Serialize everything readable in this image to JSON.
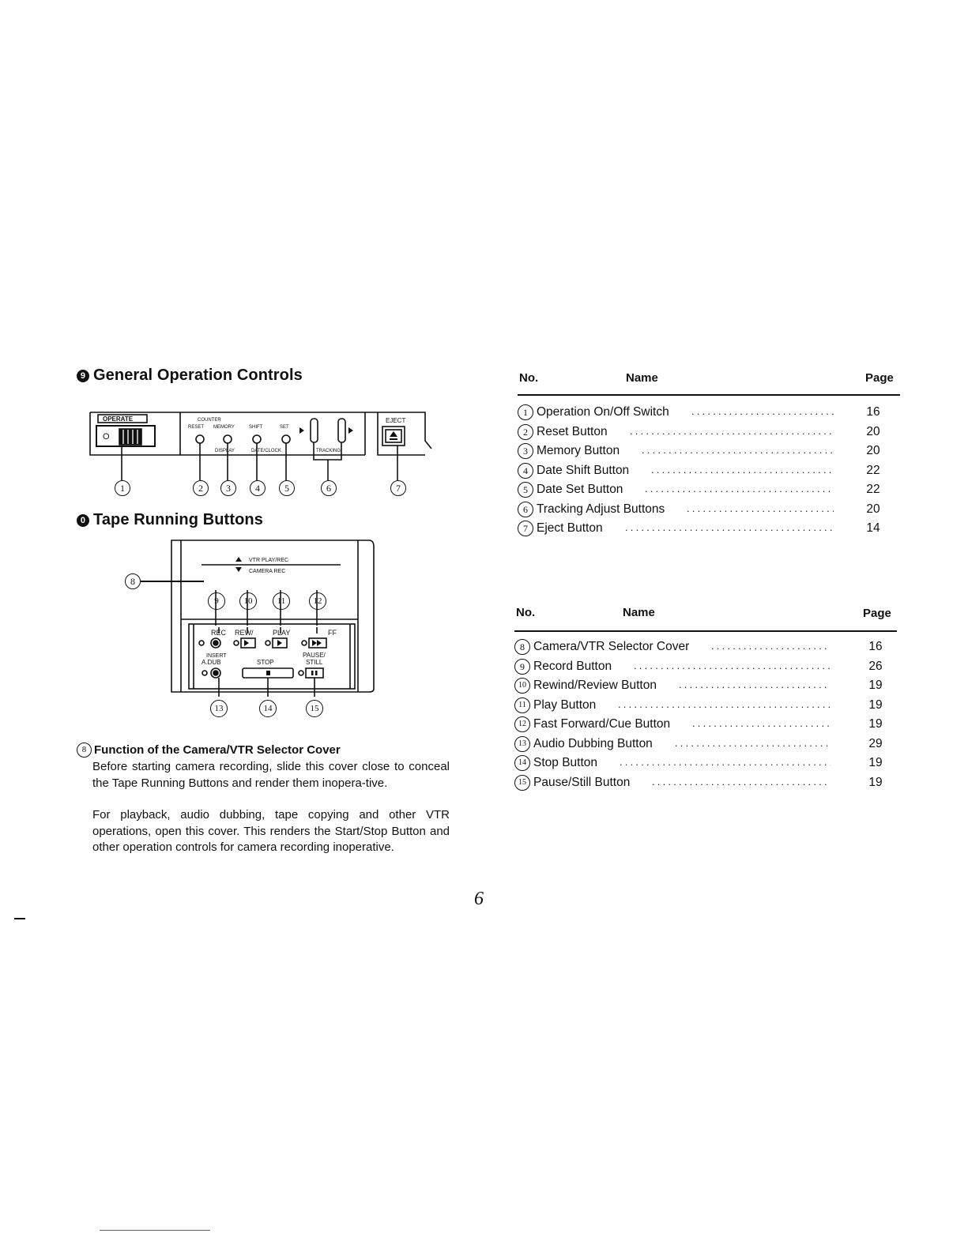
{
  "section1": {
    "bullet": "9",
    "title": "General Operation Controls",
    "panel": {
      "operate": "OPERATE",
      "switch_mark": "O",
      "counter": "COUNTER",
      "reset": "RESET",
      "memory": "MEMORY",
      "shift": "SHIFT",
      "set": "SET",
      "display": "DISPLAY",
      "dateclock": "DATE/CLOCK",
      "tracking": "TRACKING",
      "eject": "EJECT"
    },
    "callouts": [
      "1",
      "2",
      "3",
      "4",
      "5",
      "6",
      "7"
    ]
  },
  "section2": {
    "bullet": "0",
    "title": "Tape Running Buttons",
    "panel": {
      "vtr": "VTR PLAY/REC",
      "camera": "CAMERA REC",
      "rec": "REC",
      "rew": "REW/",
      "play": "PLAY",
      "ff": "FF",
      "insert": "INSERT",
      "adub": "A.DUB",
      "stop": "STOP",
      "pause": "PAUSE/",
      "still": "STILL"
    },
    "callouts": [
      "8",
      "9",
      "10",
      "11",
      "12",
      "13",
      "14",
      "15"
    ]
  },
  "function": {
    "num": "8",
    "title": "Function of the Camera/VTR Selector Cover",
    "paragraph1": "Before starting camera recording, slide this cover close to conceal the Tape Running Buttons and render them inopera-tive.",
    "paragraph2": "For playback, audio dubbing, tape copying and other VTR operations, open this cover. This renders the Start/Stop Button and other operation controls for camera recording inoperative."
  },
  "table1": {
    "headers": {
      "no": "No.",
      "name": "Name",
      "page": "Page"
    },
    "rows": [
      {
        "num": "1",
        "name": "Operation On/Off Switch",
        "page": "16"
      },
      {
        "num": "2",
        "name": "Reset Button",
        "page": "20"
      },
      {
        "num": "3",
        "name": "Memory Button",
        "page": "20"
      },
      {
        "num": "4",
        "name": "Date Shift Button",
        "page": "22"
      },
      {
        "num": "5",
        "name": "Date Set Button",
        "page": "22"
      },
      {
        "num": "6",
        "name": "Tracking Adjust Buttons",
        "page": "20"
      },
      {
        "num": "7",
        "name": "Eject Button",
        "page": "14"
      }
    ]
  },
  "table2": {
    "headers": {
      "no": "No.",
      "name": "Name",
      "page": "Page"
    },
    "rows": [
      {
        "num": "8",
        "name": "Camera/VTR Selector Cover",
        "page": "16"
      },
      {
        "num": "9",
        "name": "Record Button",
        "page": "26"
      },
      {
        "num": "10",
        "name": "Rewind/Review Button",
        "page": "19"
      },
      {
        "num": "11",
        "name": "Play Button",
        "page": "19"
      },
      {
        "num": "12",
        "name": "Fast Forward/Cue Button",
        "page": "19"
      },
      {
        "num": "13",
        "name": "Audio Dubbing Button",
        "page": "29"
      },
      {
        "num": "14",
        "name": "Stop Button",
        "page": "19"
      },
      {
        "num": "15",
        "name": "Pause/Still Button",
        "page": "19"
      }
    ]
  },
  "page_number": "6"
}
